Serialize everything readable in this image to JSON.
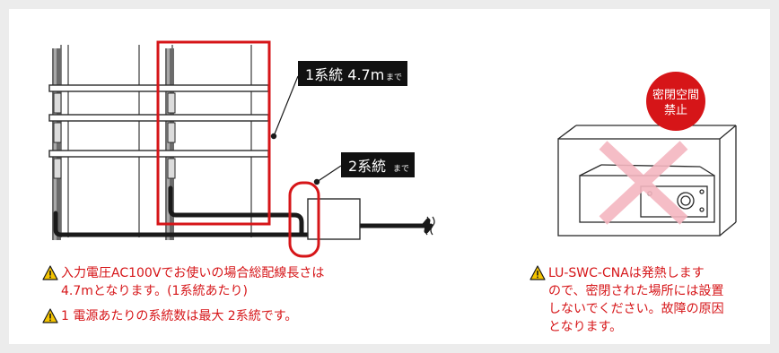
{
  "callouts": {
    "one_system_main": "1系統 4.7m",
    "one_system_suffix": "まで",
    "two_system_main": "2系統",
    "two_system_suffix": "まで"
  },
  "badge": {
    "line1": "密閉空間",
    "line2": "禁止"
  },
  "notes_left": [
    "入力電圧AC100Vでお使いの場合総配線長さは\n4.7mとなります。(1系統あたり)",
    "1 電源あたりの系統数は最大 2系統です。"
  ],
  "note_right": "LU-SWC-CNAは発熱します\nので、密閉された場所には設置\nしないでください。故障の原因\nとなります。",
  "colors": {
    "accent_red": "#d61518",
    "warning_yellow": "#f5c400",
    "cross_pink": "#f4b6c0",
    "line_dark": "#1a1a1a"
  },
  "icons": [
    "warning-icon"
  ]
}
